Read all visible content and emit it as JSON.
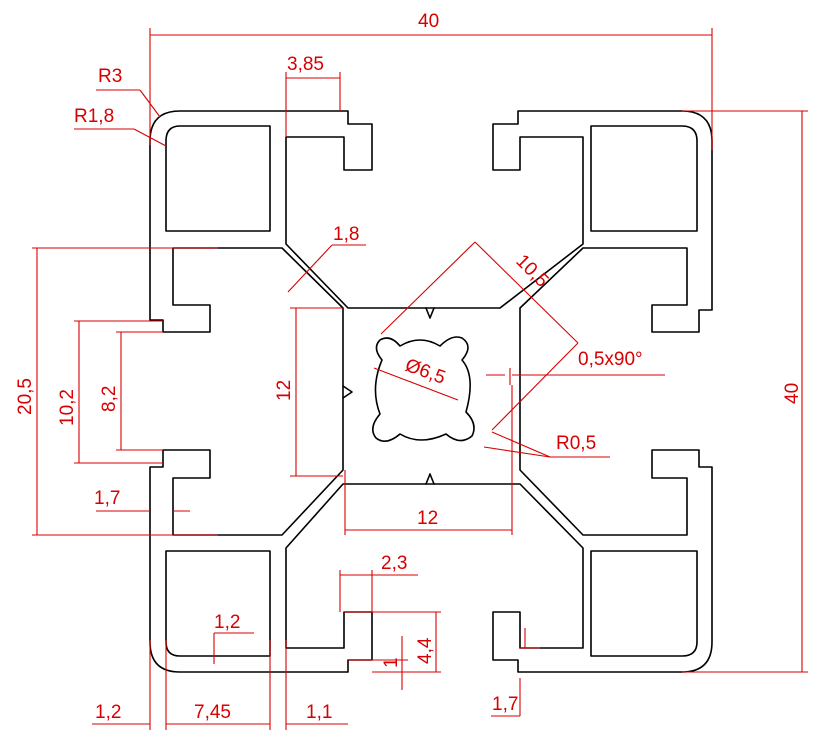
{
  "drawing": {
    "colors": {
      "profile": "#000000",
      "dimension": "#d80000",
      "background": "#ffffff"
    },
    "dimensions": {
      "overall_width": "40",
      "overall_height": "40",
      "slot_top_width": "3,85",
      "outer_radius": "R3",
      "inner_radius": "R1,8",
      "web_thickness": "1,8",
      "diagonal": "10,5",
      "center_bore": "Ø6,5",
      "chamfer": "0,5x90°",
      "small_radius": "R0,5",
      "core_height": "12",
      "core_width": "12",
      "slot_span_outer": "20,5",
      "slot_opening_outer": "10,2",
      "slot_opening_inner": "8,2",
      "lip_thickness_left": "1,7",
      "step_width": "2,3",
      "slot_depth": "4,4",
      "lip_height": "1",
      "wall_thickness_inner": "1,2",
      "wall_thickness_outer": "1,2",
      "chamber_width": "7,45",
      "slot_wall": "1,1",
      "lip_thickness_bottom": "1,7"
    }
  }
}
